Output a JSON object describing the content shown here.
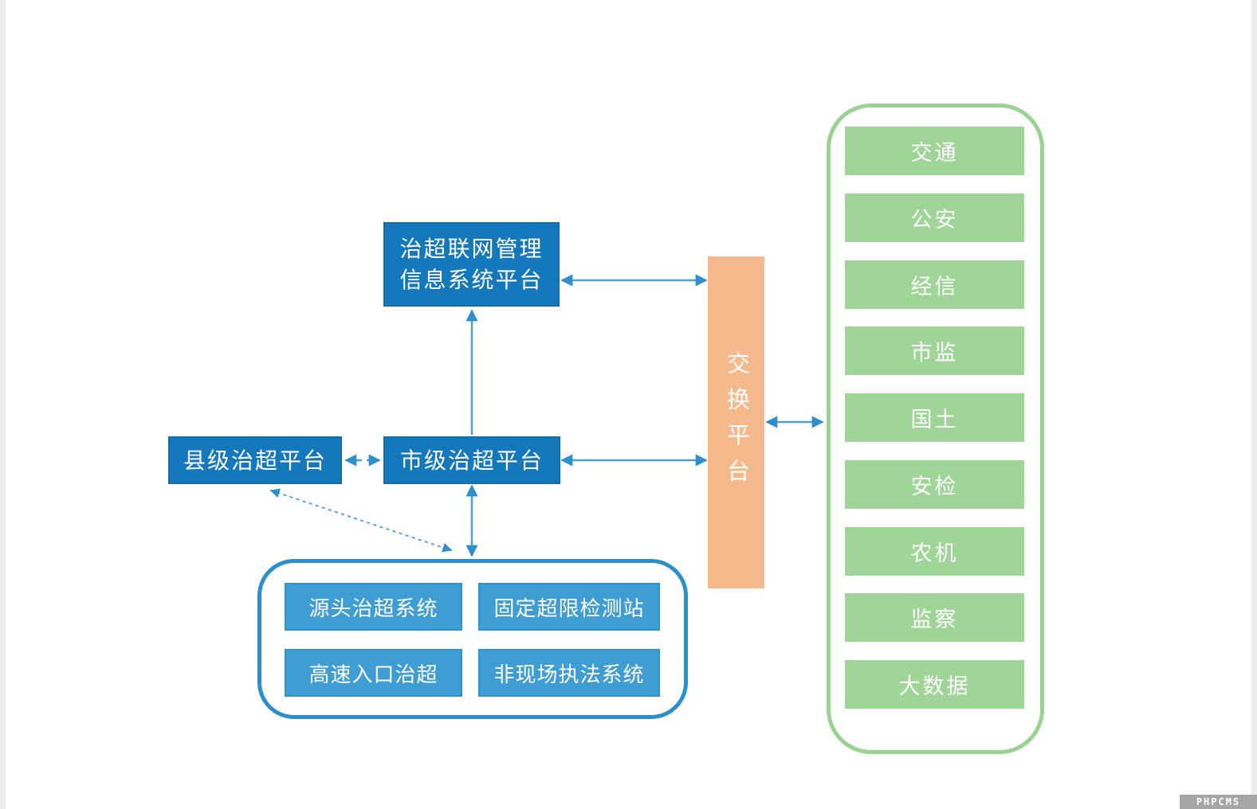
{
  "diagram": {
    "top_platform": {
      "line1": "治超联网管理",
      "line2": "信息系统平台"
    },
    "county_platform": {
      "label": "县级治超平台"
    },
    "city_platform": {
      "label": "市级治超平台"
    },
    "exchange_platform": {
      "label": "交换平台"
    },
    "agencies": {
      "items": [
        "交通",
        "公安",
        "经信",
        "市监",
        "国土",
        "安检",
        "农机",
        "监察",
        "大数据"
      ]
    },
    "field_systems": {
      "items": [
        "源头治超系统",
        "固定超限检测站",
        "高速入口治超",
        "非现场执法系统"
      ]
    }
  },
  "colors": {
    "platform_blue": "#1478bc",
    "platform_blue_border": "#0f6fae",
    "system_blue": "#3e9dd2",
    "system_container_border": "#2b8fce",
    "arrow_line_blue": "#4e9fd6",
    "arrow_head_blue": "#2e8fce",
    "exchange_orange": "#f5b98b",
    "agency_green": "#a0d598",
    "agency_container_border": "#9ad291",
    "watermark_gray": "#a6a6a6"
  },
  "watermark": {
    "label": "PHPCMS"
  }
}
